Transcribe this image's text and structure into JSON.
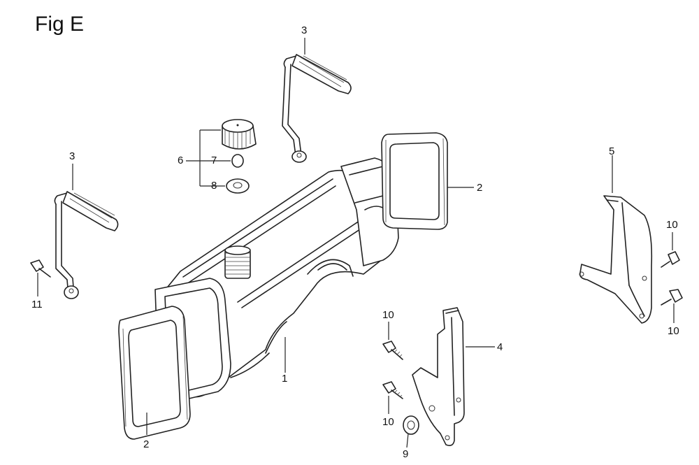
{
  "figure": {
    "title": "Fig E"
  },
  "callouts": {
    "tank": "1",
    "cushion_left": "2",
    "cushion_right": "2",
    "bracket_top": "3",
    "bracket_left": "3",
    "stay_center": "4",
    "stay_right": "5",
    "cap_assembly": "6",
    "cap_filter": "7",
    "cap_packing": "8",
    "nut": "9",
    "bolt_center_upper": "10",
    "bolt_center_lower": "10",
    "bolt_right_upper": "10",
    "bolt_right_lower": "10",
    "bolt_left": "11"
  }
}
